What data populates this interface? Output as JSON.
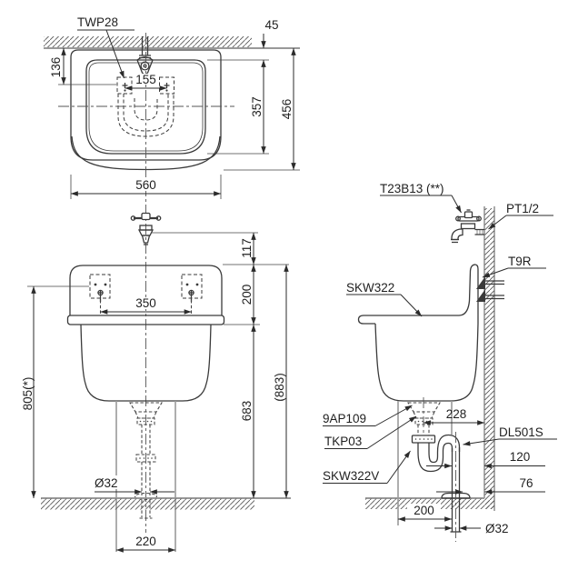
{
  "colors": {
    "line": "#3a3a3a",
    "dim_text": "#1f1f1f",
    "cover_gray": "#9a9a9a",
    "ground_gray": "#999999",
    "background": "#ffffff"
  },
  "plan": {
    "part_label": "TWP28",
    "dims": {
      "wall_offset": "45",
      "bolt_depth": "136",
      "bolt_spacing": "155",
      "basin_depth": "357",
      "total_depth": "456",
      "width": "560"
    }
  },
  "front": {
    "dims": {
      "spout_height": "117",
      "rim_height": "200",
      "bracket_spacing": "350",
      "bolt_floor_height": "805(*)",
      "total_height": "(883)",
      "rim_floor_height": "683",
      "drain_dia": "Ø32",
      "base_width": "220"
    }
  },
  "side": {
    "labels": {
      "faucet": "T23B13 (**)",
      "supply": "PT1/2",
      "bracket": "T9R",
      "sink": "SKW322",
      "drain": "9AP109",
      "tailpiece": "TKP03",
      "cover": "SKW322V",
      "trap": "DL501S"
    },
    "dims": {
      "drain_to_wall": "228",
      "outlet_to_wall": "120",
      "pipe_to_wall": "76",
      "cover_width": "200",
      "pipe_dia": "Ø32"
    }
  }
}
